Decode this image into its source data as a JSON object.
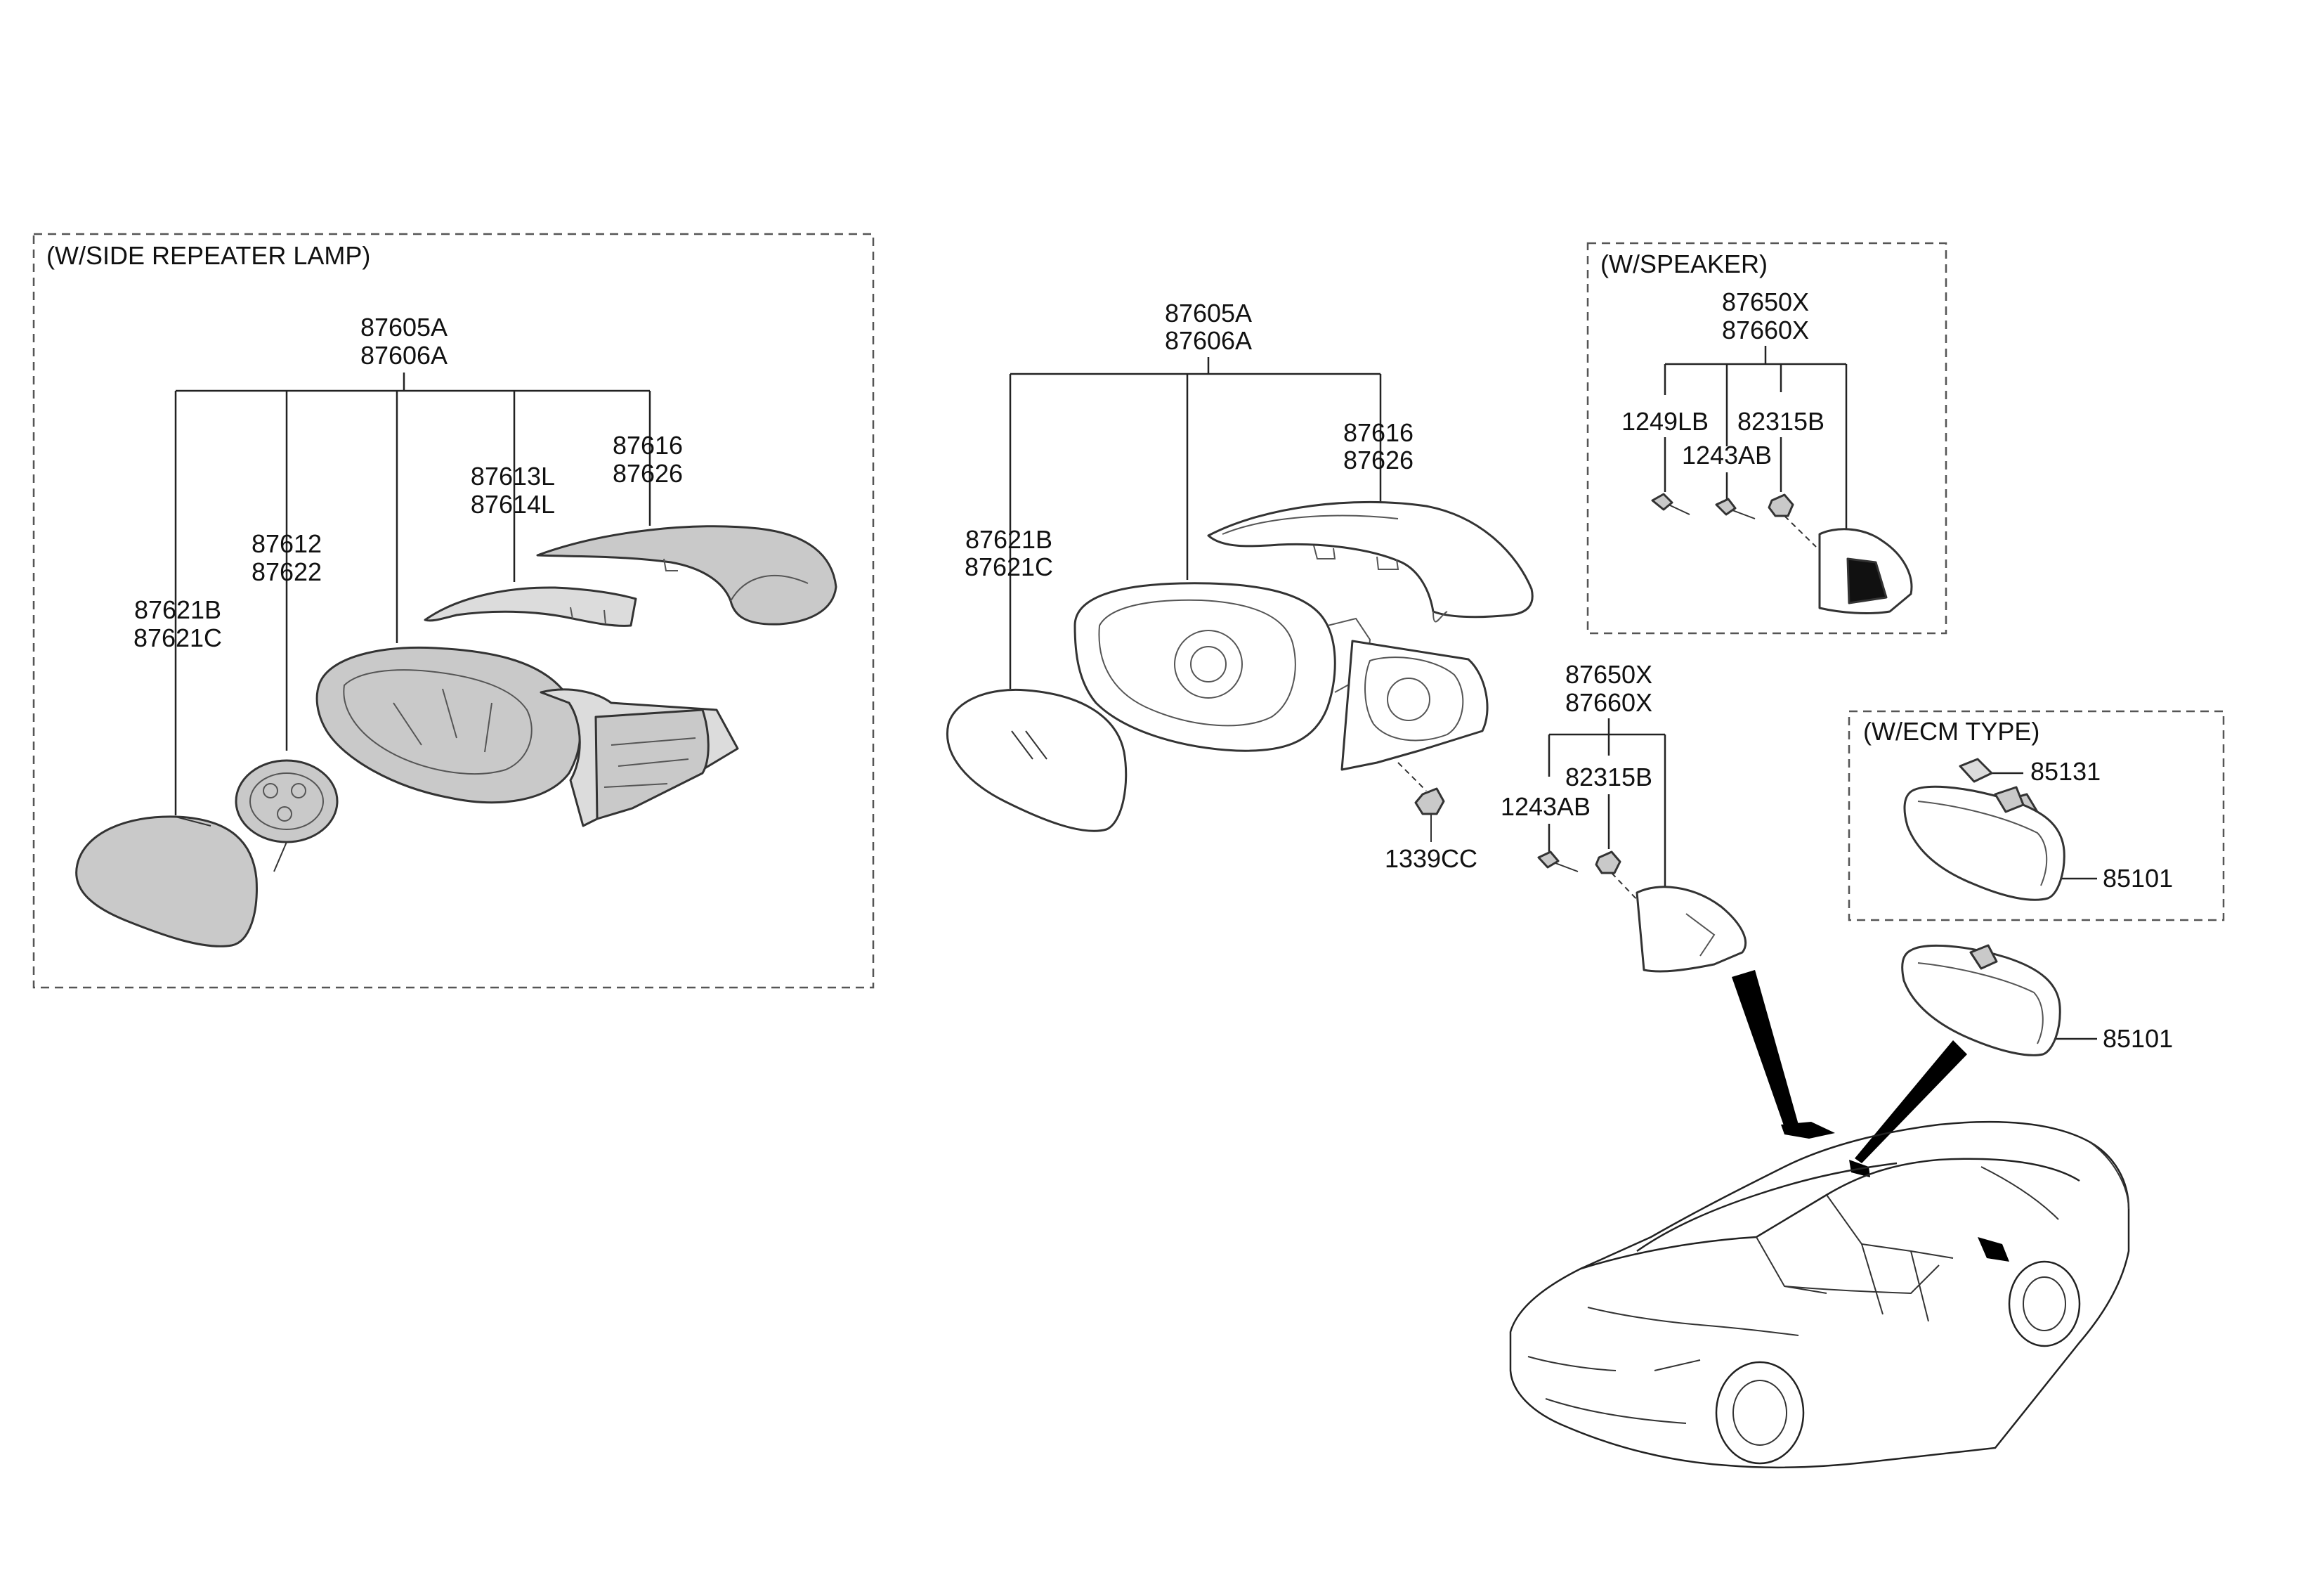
{
  "groups": {
    "side_repeater": {
      "title": "(W/SIDE REPEATER LAMP)"
    },
    "speaker": {
      "title": "(W/SPEAKER)"
    },
    "ecm": {
      "title": "(W/ECM TYPE)"
    }
  },
  "labels": {
    "left_assy_1": "87605A",
    "left_assy_2": "87606A",
    "left_cover_1": "87616",
    "left_cover_2": "87626",
    "left_lamp_1": "87613L",
    "left_lamp_2": "87614L",
    "left_actuator_1": "87612",
    "left_actuator_2": "87622",
    "left_glass_1": "87621B",
    "left_glass_2": "87621C",
    "mid_assy_1": "87605A",
    "mid_assy_2": "87606A",
    "mid_cover_1": "87616",
    "mid_cover_2": "87626",
    "mid_glass_1": "87621B",
    "mid_glass_2": "87621C",
    "mid_nut": "1339CC",
    "spk_garnish_1": "87650X",
    "spk_garnish_2": "87660X",
    "spk_bolt": "1249LB",
    "spk_screw": "1243AB",
    "spk_clip": "82315B",
    "garnish_1": "87650X",
    "garnish_2": "87660X",
    "garnish_clip": "82315B",
    "garnish_screw": "1243AB",
    "ecm_cover": "85131",
    "ecm_mirror": "85101",
    "inside_mirror": "85101"
  },
  "colors": {
    "line": "#222222",
    "part_fill": "#c9c9c9",
    "callout_fill": "#000000"
  }
}
